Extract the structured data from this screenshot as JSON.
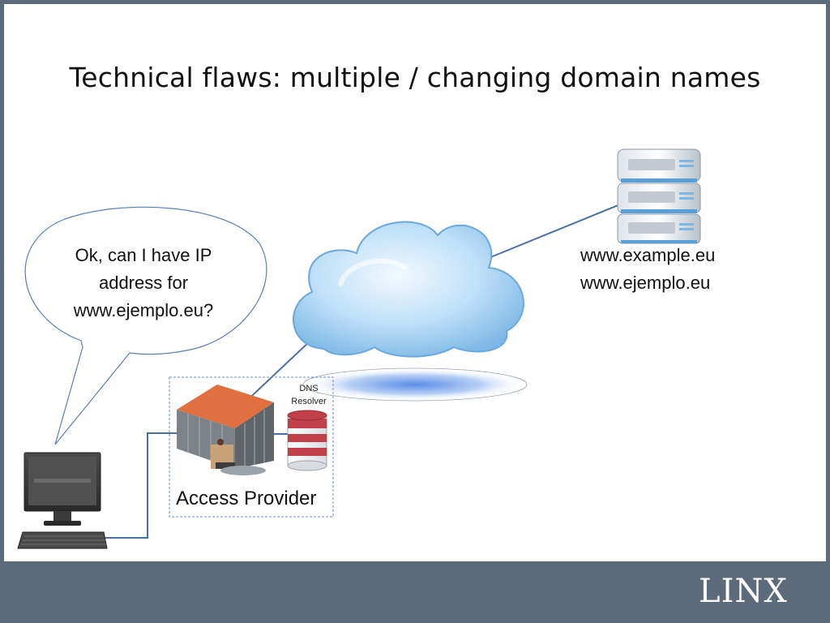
{
  "slide": {
    "title": "Technical flaws: multiple / changing domain names"
  },
  "speech_bubble": {
    "lines": [
      "Ok, can I have IP",
      "address for",
      "www.ejemplo.eu?"
    ]
  },
  "server": {
    "domains": [
      "www.example.eu",
      "www.ejemplo.eu"
    ]
  },
  "access_provider": {
    "label": "Access Provider",
    "dns_resolver_lines": [
      "DNS",
      "Resolver"
    ]
  },
  "footer": {
    "logo": "LINX"
  },
  "colors": {
    "footer_bg": "#5b6b7b",
    "connector": "#4a6fa5",
    "cloud": "#a9d3f2",
    "provider_roof": "#e07040",
    "db_red": "#c0404a"
  }
}
